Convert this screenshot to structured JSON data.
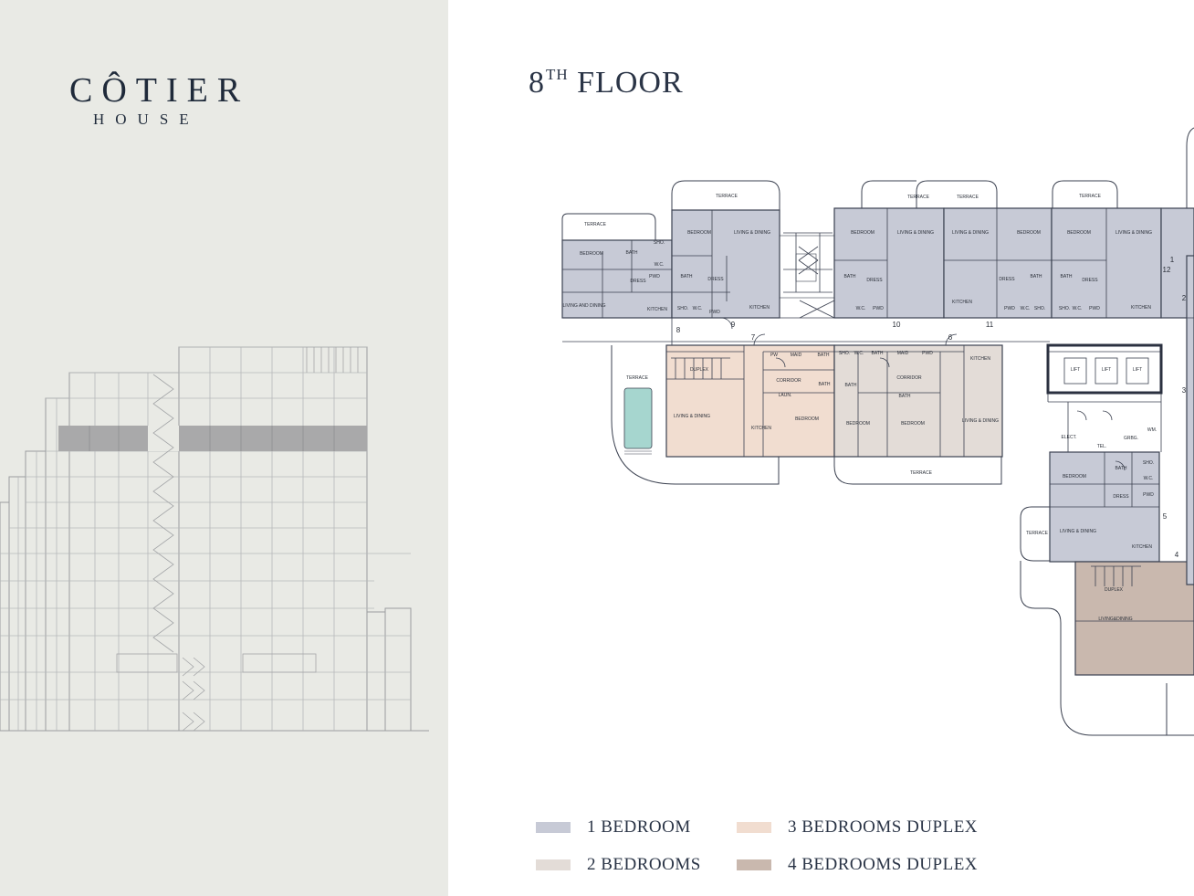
{
  "brand": {
    "name_line1": "CÔTIER",
    "name_line2": "HOUSE"
  },
  "floor": {
    "number": "8",
    "suffix": "TH",
    "word": "FLOOR"
  },
  "colors": {
    "one_bedroom": "#c7cad6",
    "two_bedrooms": "#e3dcd7",
    "three_bedrooms_duplex": "#f1ddd0",
    "four_bedrooms_duplex": "#c9b8ae",
    "pool": "#a6d6cf",
    "ink": "#2a3446",
    "panel": "#e9eae5"
  },
  "legend": [
    {
      "label": "1 BEDROOM",
      "color": "#c7cad6"
    },
    {
      "label": "3 BEDROOMS DUPLEX",
      "color": "#f1ddd0"
    },
    {
      "label": "2 BEDROOMS",
      "color": "#e3dcd7"
    },
    {
      "label": "4 BEDROOMS DUPLEX",
      "color": "#c9b8ae"
    }
  ],
  "rooms": {
    "terrace": "TERRACE",
    "bedroom": "BEDROOM",
    "bath": "BATH",
    "sho": "SHO.",
    "wc": "W.C.",
    "pwd": "PWD",
    "dress": "DRESS",
    "kitchen": "KITCHEN",
    "living_and_dining": "LIVING AND DINING",
    "living_dining": "LIVING & DINING",
    "living_dining_compact": "LIVING&DINING",
    "duplex": "DUPLEX",
    "corridor": "CORRIDOR",
    "maid": "MAID",
    "pw": "PW",
    "laun": "LAUN.",
    "lift": "LIFT",
    "elect": "ELECT.",
    "tel": "TEL.",
    "grbg": "GRBG.",
    "wm": "WM."
  },
  "unit_numbers": [
    "1",
    "2",
    "3",
    "4",
    "5",
    "6",
    "7",
    "8",
    "9",
    "10",
    "11",
    "12"
  ]
}
